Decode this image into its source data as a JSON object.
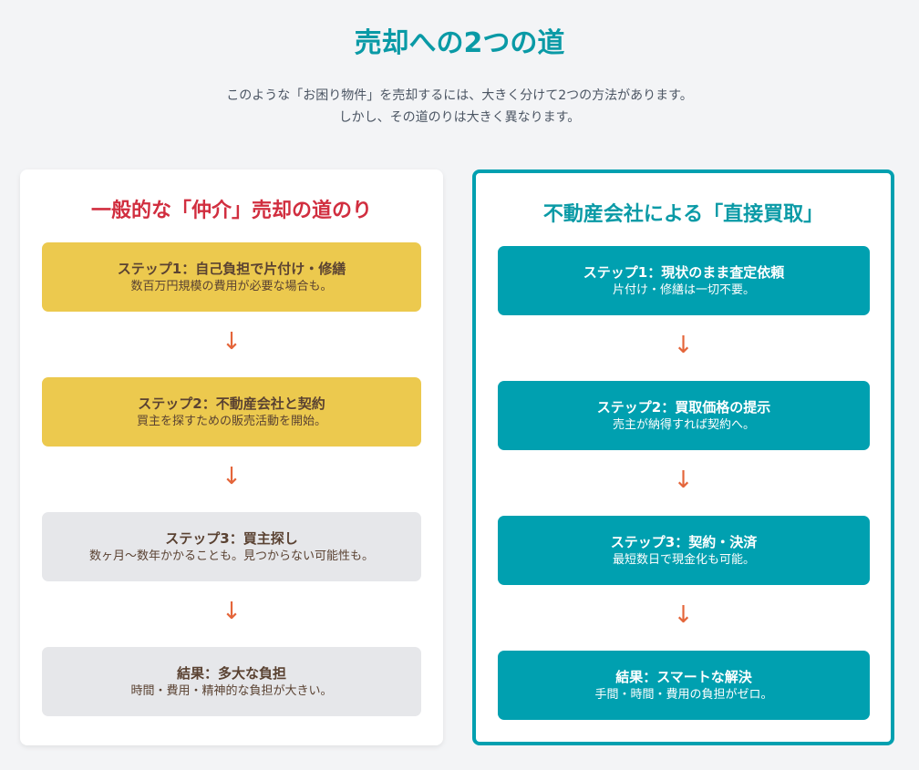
{
  "title": "売却への2つの道",
  "subtitle": [
    "このような「お困り物件」を売却するには、大きく分けて2つの方法があります。",
    "しかし、その道のりは大きく異なります。"
  ],
  "arrow": "↓",
  "left": {
    "title": "一般的な「仲介」売却の道のり",
    "steps": [
      {
        "h": "ステップ1：自己負担で片付け・修繕",
        "d": "数百万円規模の費用が必要な場合も。"
      },
      {
        "h": "ステップ2：不動産会社と契約",
        "d": "買主を探すための販売活動を開始。"
      },
      {
        "h": "ステップ3：買主探し",
        "d": "数ヶ月〜数年かかることも。見つからない可能性も。"
      },
      {
        "h": "結果：多大な負担",
        "d": "時間・費用・精神的な負担が大きい。"
      }
    ]
  },
  "right": {
    "title": "不動産会社による「直接買取」",
    "steps": [
      {
        "h": "ステップ1：現状のまま査定依頼",
        "d": "片付け・修繕は一切不要。"
      },
      {
        "h": "ステップ2：買取価格の提示",
        "d": "売主が納得すれば契約へ。"
      },
      {
        "h": "ステップ3：契約・決済",
        "d": "最短数日で現金化も可能。"
      },
      {
        "h": "結果：スマートな解決",
        "d": "手間・時間・費用の負担がゼロ。"
      }
    ]
  }
}
